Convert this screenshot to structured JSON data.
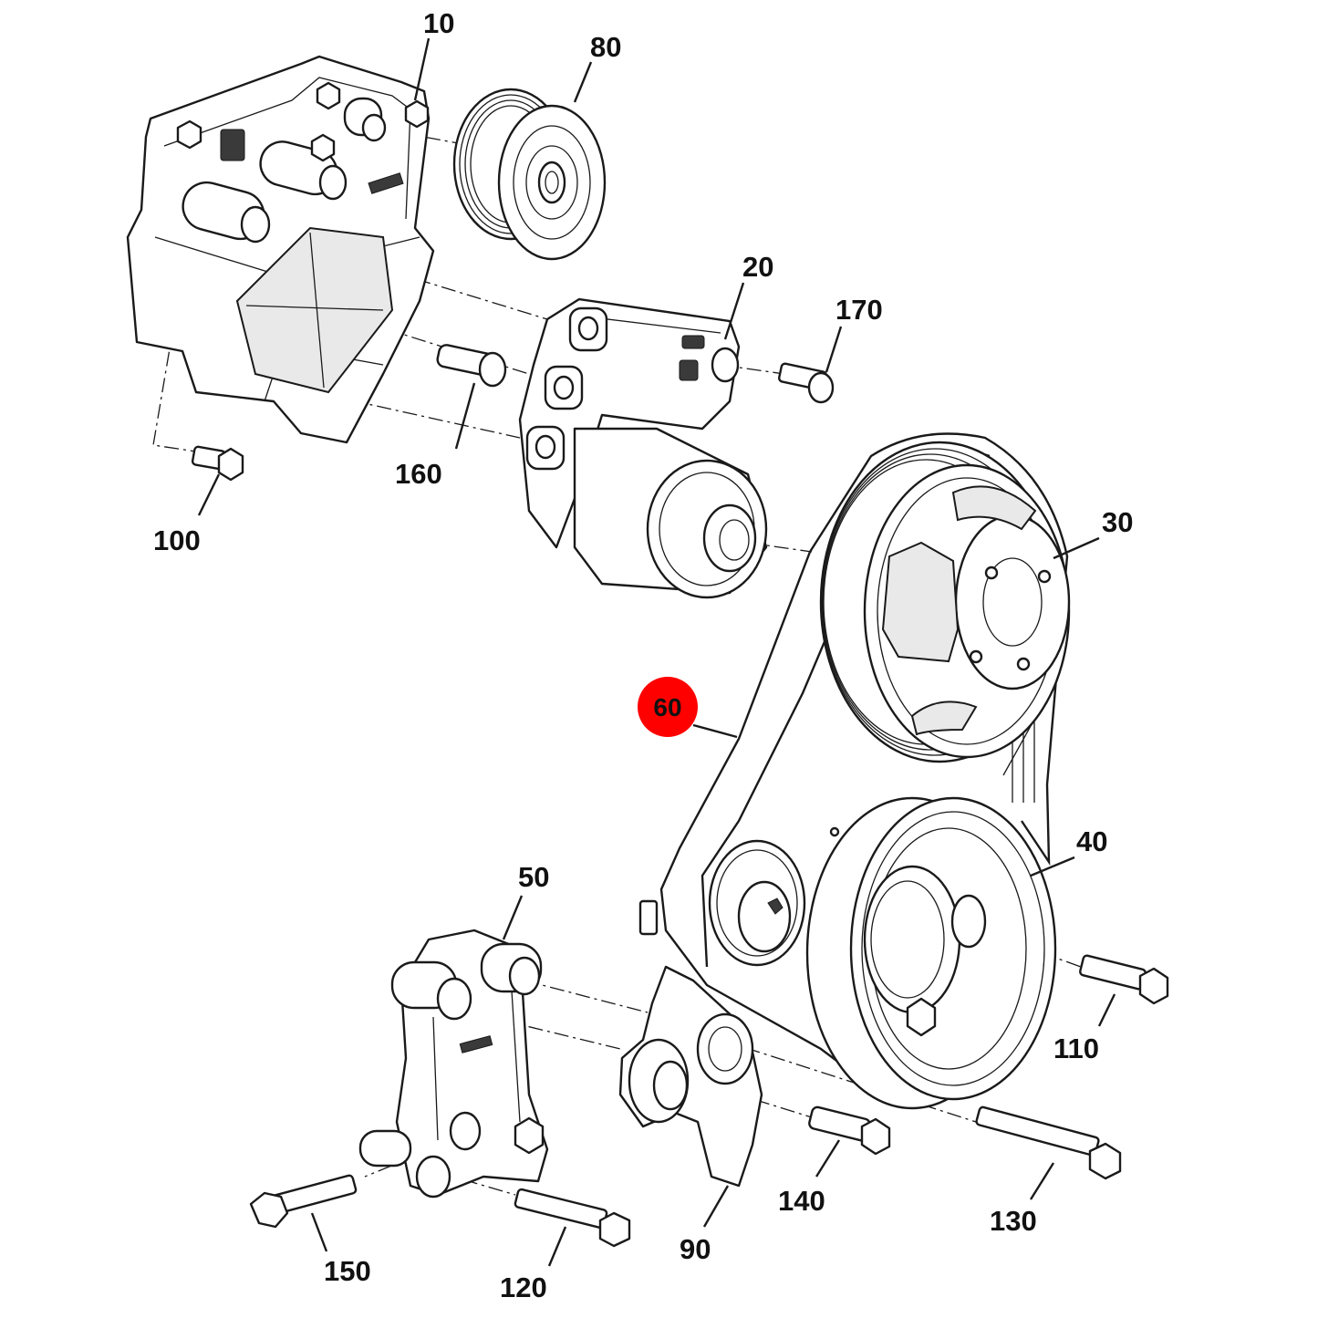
{
  "highlight_color": "#ff0000",
  "callouts": {
    "c10": "10",
    "c80": "80",
    "c20": "20",
    "c170": "170",
    "c160": "160",
    "c100": "100",
    "c30": "30",
    "c60": "60",
    "c40": "40",
    "c50": "50",
    "c110": "110",
    "c140": "140",
    "c130": "130",
    "c150": "150",
    "c120": "120",
    "c90": "90"
  },
  "highlighted_callout": "60",
  "icons": {
    "bolt": "hex-bolt-icon",
    "pulley": "grooved-pulley-icon"
  }
}
